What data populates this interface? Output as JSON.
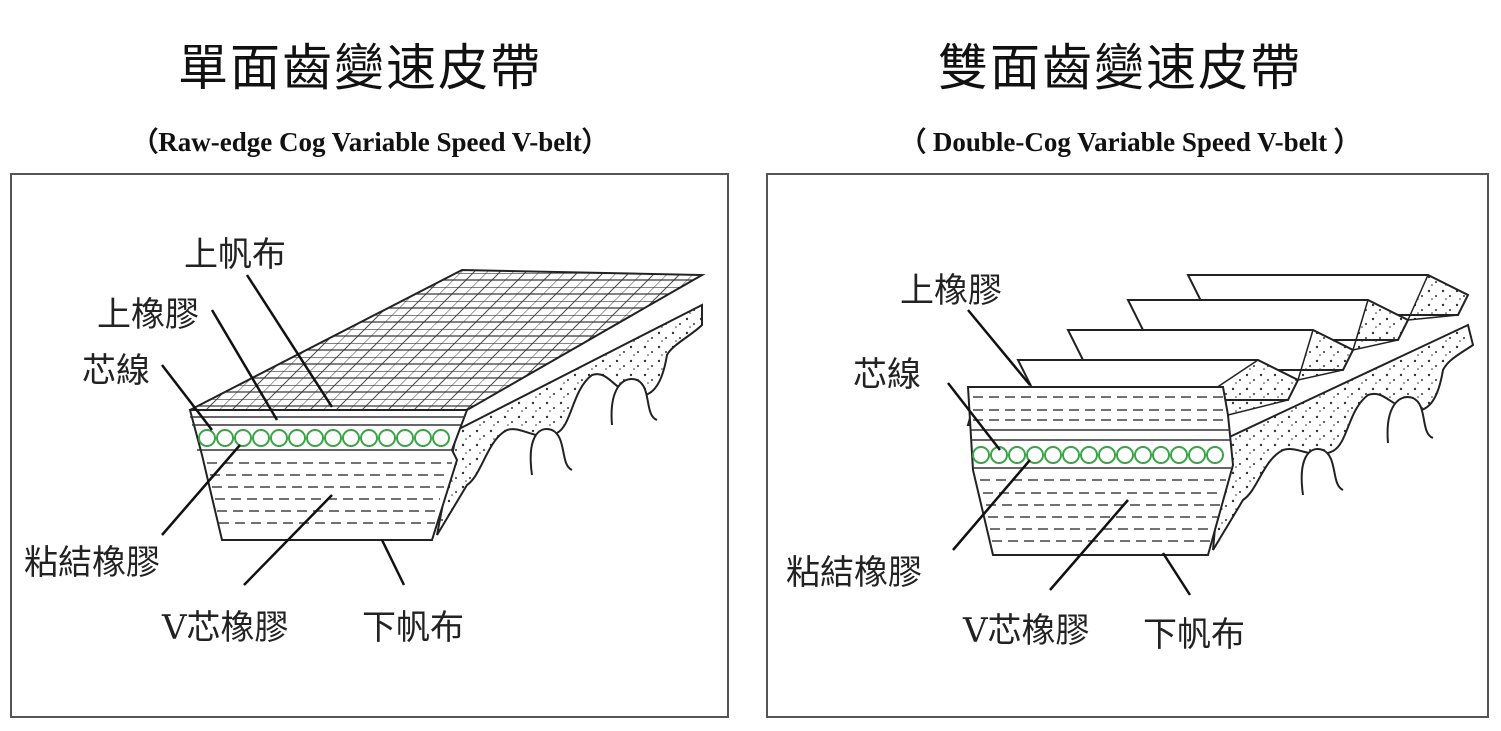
{
  "left_panel": {
    "title": "單面齒變速皮帶",
    "subtitle": "（Raw-edge Cog Variable Speed V-belt）",
    "labels": {
      "top_canvas": "上帆布",
      "top_rubber": "上橡膠",
      "cord": "芯線",
      "adhesion_rubber": "粘結橡膠",
      "v_core_rubber": "V芯橡膠",
      "bottom_canvas": "下帆布"
    }
  },
  "right_panel": {
    "title": "雙面齒變速皮帶",
    "subtitle": "（ Double-Cog Variable Speed V-belt ）",
    "labels": {
      "top_rubber": "上橡膠",
      "cord": "芯線",
      "adhesion_rubber": "粘結橡膠",
      "v_core_rubber": "V芯橡膠",
      "bottom_canvas": "下帆布"
    }
  },
  "colors": {
    "cord": "#3aa548",
    "line": "#222222"
  }
}
